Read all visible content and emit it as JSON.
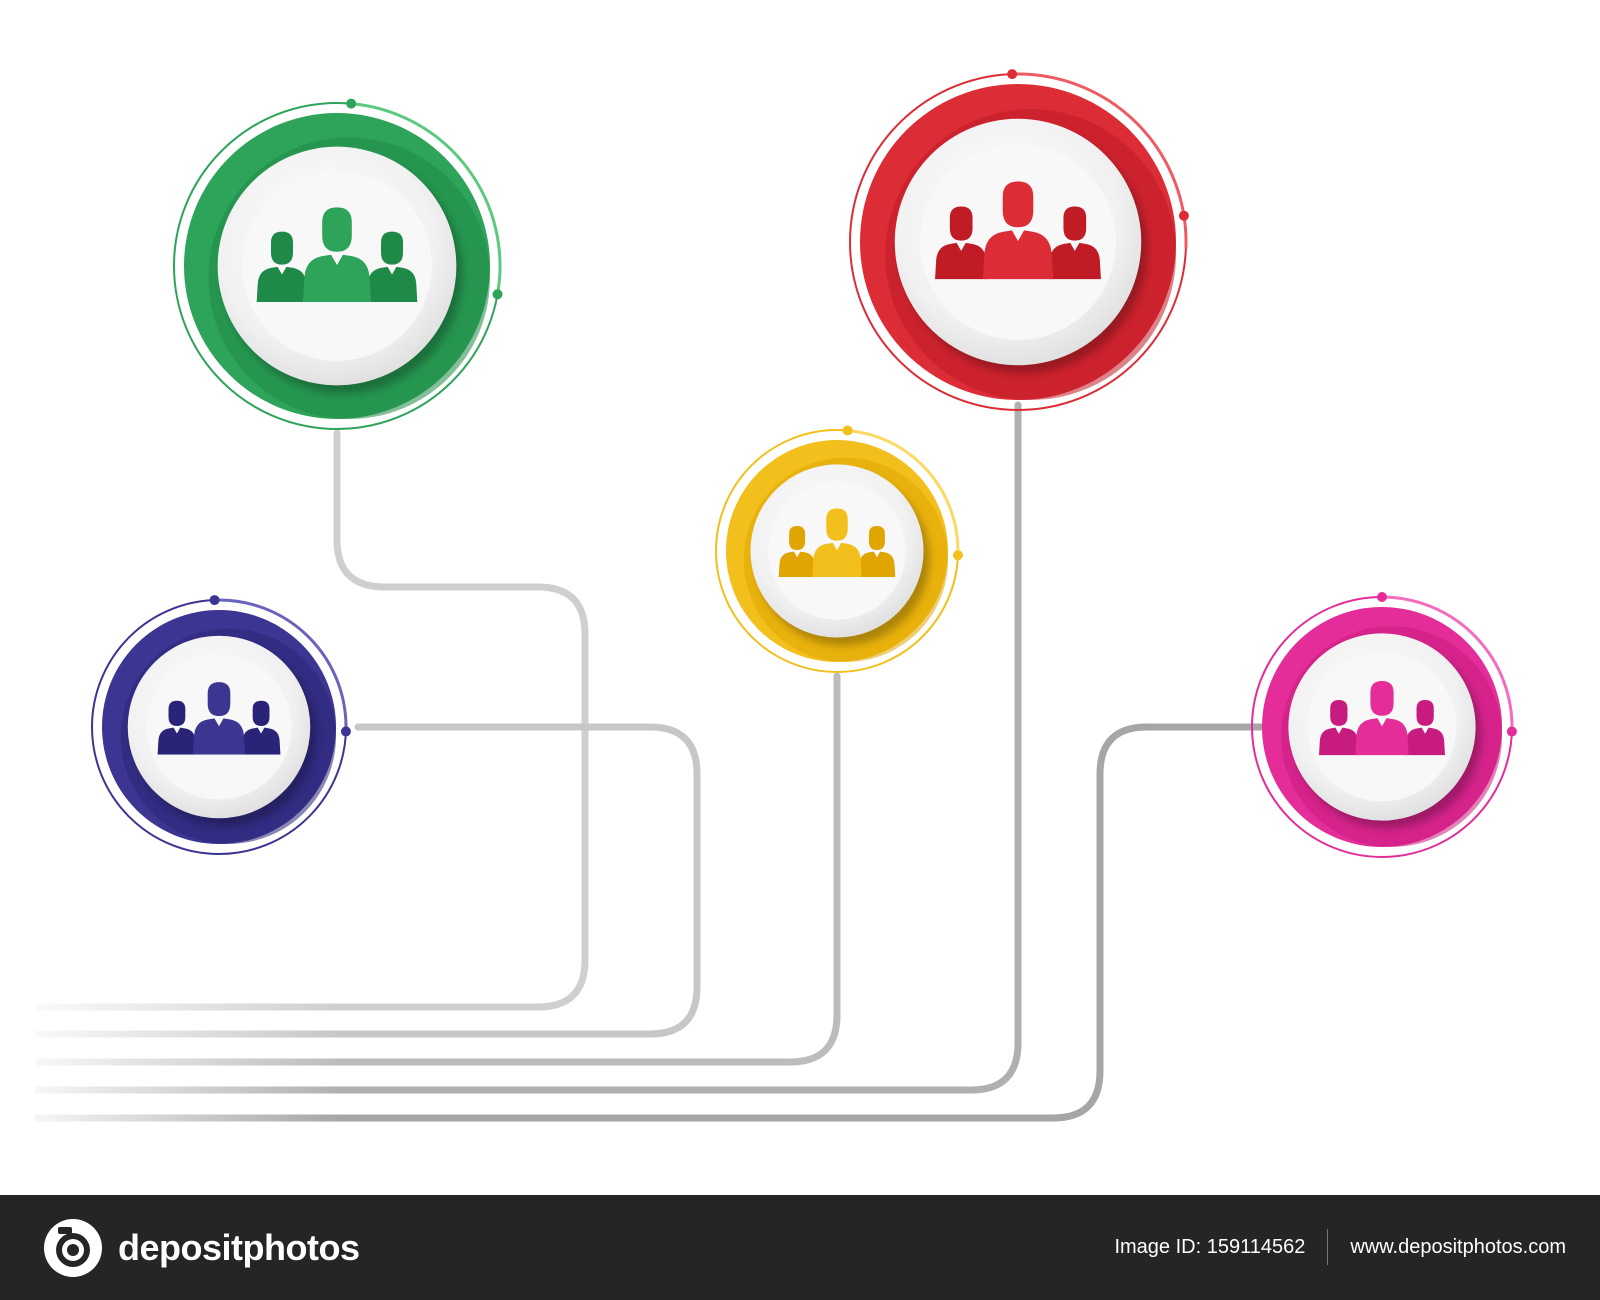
{
  "diagram": {
    "nodes": [
      {
        "id": "green",
        "color": "#2ea35a",
        "dark": "#1f8a47",
        "light": "#5cc97f",
        "icon": "group-icon"
      },
      {
        "id": "navy",
        "color": "#3c3591",
        "dark": "#2a2478",
        "light": "#6a63bb",
        "icon": "group-icon"
      },
      {
        "id": "yellow",
        "color": "#f2bf1c",
        "dark": "#e0a500",
        "light": "#fbd964",
        "icon": "group-icon"
      },
      {
        "id": "red",
        "color": "#dc2c35",
        "dark": "#c01c26",
        "light": "#f05a62",
        "icon": "group-icon"
      },
      {
        "id": "magenta",
        "color": "#e52d9a",
        "dark": "#c81b80",
        "light": "#f36cbd",
        "icon": "group-icon"
      }
    ],
    "connector_color": "#a9a9a9"
  },
  "footer": {
    "brand": "depositphotos",
    "image_id": "Image ID: 159114562",
    "website": "www.depositphotos.com",
    "icon": "camera-icon"
  }
}
